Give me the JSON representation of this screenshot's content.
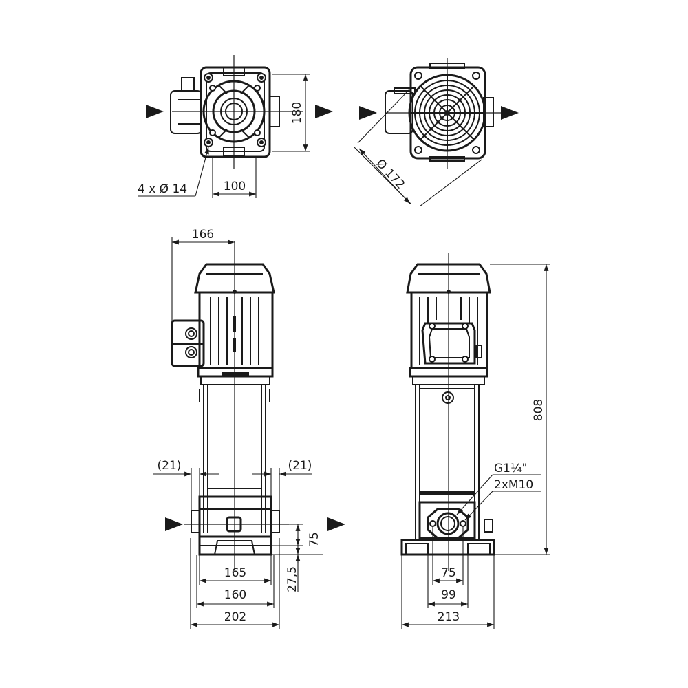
{
  "dimensions": {
    "top_left_height": "180",
    "top_left_bolt_spacing": "100",
    "top_left_holes": "4 x Ø 14",
    "top_right_diameter": "Ø 172",
    "front_motor_offset": "166",
    "front_left_clearance": "(21)",
    "front_right_clearance": "(21)",
    "front_port_height": "75",
    "front_base_height": "27,5",
    "front_port_span": "165",
    "front_bolt_span": "160",
    "front_total_width": "202",
    "side_total_height": "808",
    "side_thread": "G1¼\"",
    "side_bolts": "2xM10",
    "side_flange_spacing": "75",
    "side_bolt_span": "99",
    "side_total_width": "213"
  }
}
